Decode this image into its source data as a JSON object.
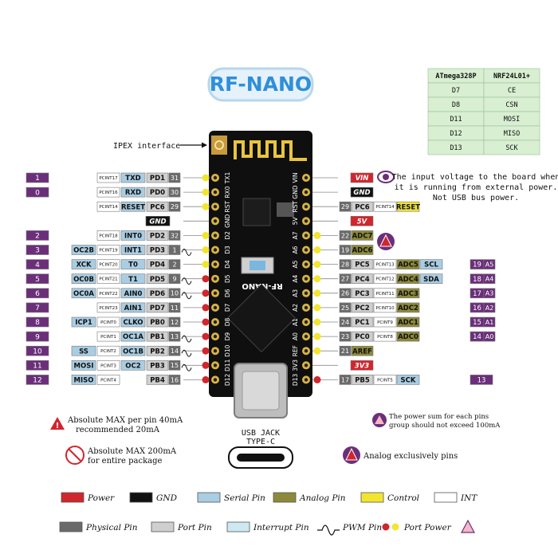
{
  "title": "RF-NANO",
  "ipex_label": "IPEX interface",
  "board_label": "RF-NANO",
  "usb_label_line1": "USB JACK",
  "usb_label_line2": "TYPE-C",
  "table": {
    "header": [
      "ATmega328P",
      "NRF24L01+"
    ],
    "rows": [
      [
        "D7",
        "CE"
      ],
      [
        "D8",
        "CSN"
      ],
      [
        "D11",
        "MOSI"
      ],
      [
        "D12",
        "MISO"
      ],
      [
        "D13",
        "SCK"
      ]
    ]
  },
  "vin_note": [
    "The input voltage to the board when",
    "it is running from external power.",
    "Not USB bus power."
  ],
  "notes": {
    "max_pin_1": "Absolute MAX per pin 40mA",
    "max_pin_2": "recommended 20mA",
    "max_pkg_1": "Absolute MAX 200mA",
    "max_pkg_2": "for entire package",
    "power_sum_1": "The power sum for each pins",
    "power_sum_2": "group should not exceed 100mA",
    "analog_only": "Analog exclusively pins"
  },
  "left_pins": [
    {
      "num": "1",
      "extra": "",
      "pcint": "PCINT17",
      "func": "TXD",
      "port": "PD1",
      "pin": "31",
      "pwm": false
    },
    {
      "num": "0",
      "extra": "",
      "pcint": "PCINT16",
      "func": "RXD",
      "port": "PD0",
      "pin": "30",
      "pwm": false
    },
    {
      "num": "",
      "extra": "",
      "pcint": "PCINT14",
      "func": "RESET",
      "port": "PC6",
      "pin": "29",
      "pwm": false
    },
    {
      "num": "",
      "extra": "",
      "pcint": "",
      "func": "GND",
      "port": "",
      "pin": "",
      "pwm": false
    },
    {
      "num": "2",
      "extra": "",
      "pcint": "PCINT18",
      "func": "INT0",
      "port": "PD2",
      "pin": "32",
      "pwm": false
    },
    {
      "num": "3",
      "extra": "OC2B",
      "pcint": "PCINT19",
      "func": "INT1",
      "port": "PD3",
      "pin": "1",
      "pwm": true
    },
    {
      "num": "4",
      "extra": "XCK",
      "pcint": "PCINT20",
      "func": "T0",
      "port": "PD4",
      "pin": "2",
      "pwm": false
    },
    {
      "num": "5",
      "extra": "OC0B",
      "pcint": "PCINT21",
      "func": "T1",
      "port": "PD5",
      "pin": "9",
      "pwm": true
    },
    {
      "num": "6",
      "extra": "OC0A",
      "pcint": "PCINT22",
      "func": "AIN0",
      "port": "PD6",
      "pin": "10",
      "pwm": true
    },
    {
      "num": "7",
      "extra": "",
      "pcint": "PCINT23",
      "func": "AIN1",
      "port": "PD7",
      "pin": "11",
      "pwm": false
    },
    {
      "num": "8",
      "extra": "ICP1",
      "pcint": "PCINT0",
      "func": "CLKO",
      "port": "PB0",
      "pin": "12",
      "pwm": false
    },
    {
      "num": "9",
      "extra": "",
      "pcint": "PCINT1",
      "func": "OC1A",
      "port": "PB1",
      "pin": "13",
      "pwm": true
    },
    {
      "num": "10",
      "extra": "SS",
      "pcint": "PCINT2",
      "func": "OC1B",
      "port": "PB2",
      "pin": "14",
      "pwm": true
    },
    {
      "num": "11",
      "extra": "MOSI",
      "pcint": "PCINT3",
      "func": "OC2",
      "port": "PB3",
      "pin": "15",
      "pwm": true
    },
    {
      "num": "12",
      "extra": "MISO",
      "pcint": "PCINT4",
      "func": "",
      "port": "PB4",
      "pin": "16",
      "pwm": false
    }
  ],
  "right_pins": [
    {
      "pin": "",
      "port": "",
      "pcint": "",
      "func": "VIN",
      "func2": "",
      "arduino": "",
      "ax": ""
    },
    {
      "pin": "",
      "port": "",
      "pcint": "",
      "func": "GND",
      "func2": "",
      "arduino": "",
      "ax": ""
    },
    {
      "pin": "29",
      "port": "PC6",
      "pcint": "PCINT14",
      "func": "RESET",
      "func2": "",
      "arduino": "",
      "ax": ""
    },
    {
      "pin": "",
      "port": "",
      "pcint": "",
      "func": "5V",
      "func2": "",
      "arduino": "",
      "ax": ""
    },
    {
      "pin": "22",
      "port": "ADC7",
      "pcint": "",
      "func": "",
      "func2": "",
      "arduino": "",
      "ax": ""
    },
    {
      "pin": "19",
      "port": "ADC6",
      "pcint": "",
      "func": "",
      "func2": "",
      "arduino": "",
      "ax": ""
    },
    {
      "pin": "28",
      "port": "PC5",
      "pcint": "PCINT13",
      "func": "ADC5",
      "func2": "SCL",
      "arduino": "19",
      "ax": "A5"
    },
    {
      "pin": "27",
      "port": "PC4",
      "pcint": "PCINT12",
      "func": "ADC4",
      "func2": "SDA",
      "arduino": "18",
      "ax": "A4"
    },
    {
      "pin": "26",
      "port": "PC3",
      "pcint": "PCINT11",
      "func": "ADC3",
      "func2": "",
      "arduino": "17",
      "ax": "A3"
    },
    {
      "pin": "25",
      "port": "PC2",
      "pcint": "PCINT10",
      "func": "ADC2",
      "func2": "",
      "arduino": "16",
      "ax": "A2"
    },
    {
      "pin": "24",
      "port": "PC1",
      "pcint": "PCINT9",
      "func": "ADC1",
      "func2": "",
      "arduino": "15",
      "ax": "A1"
    },
    {
      "pin": "23",
      "port": "PC0",
      "pcint": "PCINT8",
      "func": "ADC0",
      "func2": "",
      "arduino": "14",
      "ax": "A0"
    },
    {
      "pin": "21",
      "port": "AREF",
      "pcint": "",
      "func": "",
      "func2": "",
      "arduino": "",
      "ax": ""
    },
    {
      "pin": "",
      "port": "",
      "pcint": "",
      "func": "3V3",
      "func2": "",
      "arduino": "",
      "ax": ""
    },
    {
      "pin": "17",
      "port": "PB5",
      "pcint": "PCINT5",
      "func": "SCK",
      "func2": "",
      "arduino": "13",
      "ax": ""
    }
  ],
  "board_left_labels": [
    "TX1",
    "RX0",
    "RST",
    "GND",
    "D2",
    "D3",
    "D4",
    "D5",
    "D6",
    "D7",
    "D8",
    "D9",
    "D10",
    "D11",
    "D12"
  ],
  "board_right_labels": [
    "VIN",
    "GND",
    "RST",
    "5V",
    "A7",
    "A6",
    "A5",
    "A4",
    "A3",
    "A2",
    "A1",
    "A0",
    "REF",
    "3V3",
    "D13"
  ],
  "legend": {
    "row1": [
      {
        "label": "Power",
        "color": "#d0262d"
      },
      {
        "label": "GND",
        "color": "#111111"
      },
      {
        "label": "Serial Pin",
        "color": "#a9cde3"
      },
      {
        "label": "Analog Pin",
        "color": "#8c8a3a"
      },
      {
        "label": "Control",
        "color": "#f2e530"
      },
      {
        "label": "INT",
        "color": "#ffffff"
      }
    ],
    "row2": [
      {
        "label": "Physical Pin",
        "color": "#6a6a6a"
      },
      {
        "label": "Port Pin",
        "color": "#cfcfcf"
      },
      {
        "label": "Interrupt Pin",
        "color": "#cfe9f2"
      },
      {
        "label": "PWM Pin",
        "color": ""
      },
      {
        "label": "Port Power",
        "color": ""
      }
    ]
  },
  "colors": {
    "num_purple": "#6b2f7a",
    "pcint_white": "#ffffff",
    "serial_blue": "#a9cde3",
    "port_gray": "#cfcfcf",
    "phys_dark": "#6a6a6a",
    "analog": "#8c8a3a",
    "power_red": "#d0262d",
    "gnd_black": "#111111",
    "title_blue": "#2f8fd8",
    "table_green": "#d8efd2"
  }
}
